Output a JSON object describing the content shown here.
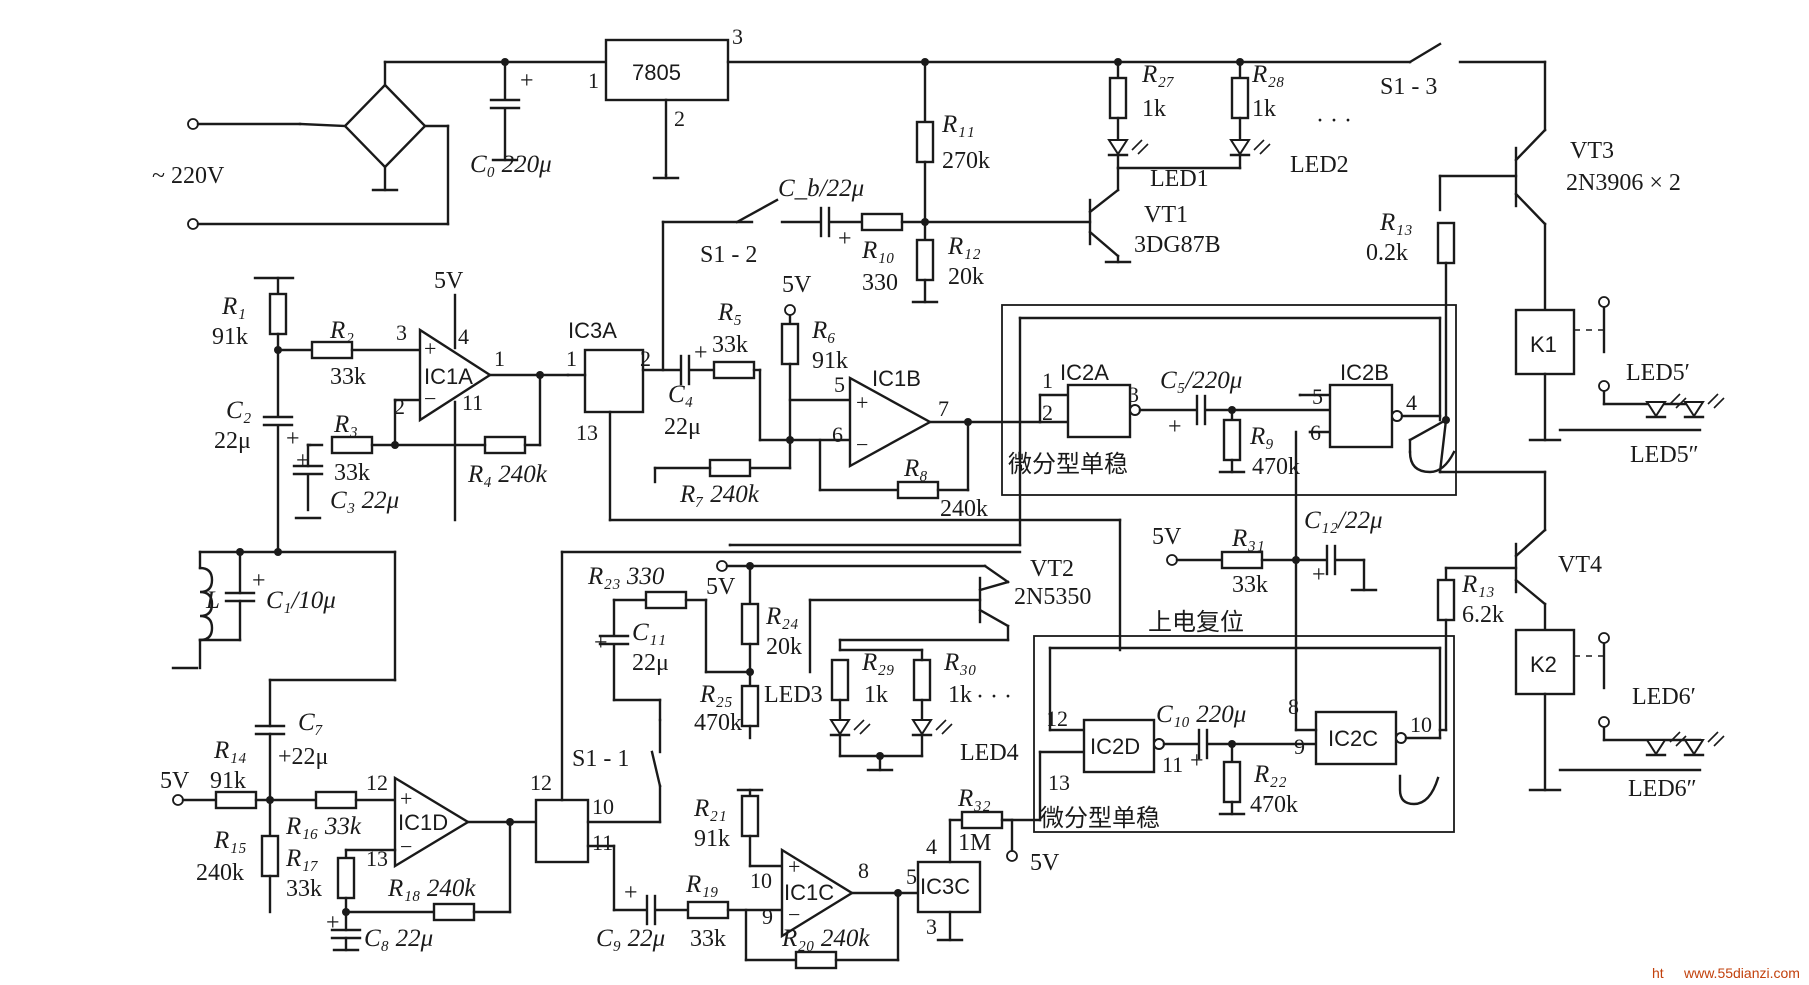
{
  "mains": {
    "voltage": "~ 220V"
  },
  "regulator": {
    "part": "7805",
    "pin1": "1",
    "pin2": "2",
    "pin3": "3"
  },
  "capacitors": {
    "c0": "C₀ 220μ",
    "cb": "C_b/22μ",
    "c1": "C₁/10μ",
    "c2a": "C₂",
    "c2b": "22μ",
    "c3": "C₃ 22μ",
    "c4a": "C₄",
    "c4b": "22μ",
    "c5": "C₅/220μ",
    "c7a": "C₇",
    "c7b": "+22μ",
    "c8": "C₈ 22μ",
    "c9": "C₉ 22μ",
    "c10": "C₁₀ 220μ",
    "c11a": "C₁₁",
    "c11b": "22μ",
    "c12": "C₁₂/22μ"
  },
  "resistors": {
    "r1a": "R₁",
    "r1b": "91k",
    "r2a": "R₂",
    "r2b": "33k",
    "r3a": "R₃",
    "r3b": "33k",
    "r4": "R₄ 240k",
    "r5a": "R₅",
    "r5b": "33k",
    "r6a": "R₆",
    "r6b": "91k",
    "r7": "R₇ 240k",
    "r8a": "R₈",
    "r8b": "240k",
    "r9a": "R₉",
    "r9b": "470k",
    "r10a": "R₁₀",
    "r10b": "330",
    "r11a": "R₁₁",
    "r11b": "270k",
    "r12a": "R₁₂",
    "r12b": "20k",
    "r13a": "R₁₃",
    "r13b": "0.2k",
    "r13c": "R₁₃",
    "r13d": "6.2k",
    "r14a": "R₁₄",
    "r14b": "91k",
    "r15a": "R₁₅",
    "r15b": "240k",
    "r16": "R₁₆ 33k",
    "r17a": "R₁₇",
    "r17b": "33k",
    "r18": "R₁₈ 240k",
    "r19a": "R₁₉",
    "r19b": "33k",
    "r20": "R₂₀ 240k",
    "r21a": "R₂₁",
    "r21b": "91k",
    "r22a": "R₂₂",
    "r22b": "470k",
    "r23": "R₂₃ 330",
    "r24a": "R₂₄",
    "r24b": "20k",
    "r25a": "R₂₅",
    "r25b": "470k",
    "r27a": "R₂₇",
    "r27b": "1k",
    "r28a": "R₂₈",
    "r28b": "1k",
    "r29a": "R₂₉",
    "r29b": "1k",
    "r30a": "R₃₀",
    "r30b": "1k",
    "r31a": "R₃₁",
    "r31b": "33k",
    "r32a": "R₃₂",
    "r32b": "1M"
  },
  "inductor": {
    "name": "L"
  },
  "opamps": {
    "ic1a": "IC1A",
    "ic1b": "IC1B",
    "ic1c": "IC1C",
    "ic1d": "IC1D"
  },
  "chips": {
    "ic3a": "IC3A",
    "ic3c": "IC3C",
    "ic2a": "IC2A",
    "ic2b": "IC2B",
    "ic2c": "IC2C",
    "ic2d": "IC2D"
  },
  "transistors": {
    "vt1a": "VT1",
    "vt1b": "3DG87B",
    "vt2a": "VT2",
    "vt2b": "2N5350",
    "vt3a": "VT3",
    "vt3b": "2N3906 × 2",
    "vt4": "VT4"
  },
  "switches": {
    "s11": "S1 - 1",
    "s12": "S1 - 2",
    "s13": "S1 - 3"
  },
  "relays": {
    "k1": "K1",
    "k2": "K2"
  },
  "leds": {
    "led1": "LED1",
    "led2": "LED2",
    "led3": "LED3",
    "led4": "LED4",
    "led5a": "LED5′",
    "led5b": "LED5″",
    "led6a": "LED6′",
    "led6b": "LED6″"
  },
  "supply": {
    "v5": "5V"
  },
  "ellipsis": "· · ·",
  "ellipsis2": "·  ·  ·",
  "blocks": {
    "mono": "微分型单稳",
    "reset": "上电复位"
  },
  "pins": {
    "ic1a_3": "3",
    "ic1a_2": "2",
    "ic1a_4": "4",
    "ic1a_11": "11",
    "ic1a_1": "1",
    "ic3a_1": "1",
    "ic3a_2": "2",
    "ic3a_13": "13",
    "ic1b_5": "5",
    "ic1b_6": "6",
    "ic1b_7": "7",
    "ic2a_1": "1",
    "ic2a_2": "2",
    "ic2a_3": "3",
    "ic2b_5": "5",
    "ic2b_6": "6",
    "ic2b_4": "4",
    "ic2d_12": "12",
    "ic2d_13": "13",
    "ic2d_11": "11",
    "ic2c_8": "8",
    "ic2c_9": "9",
    "ic2c_10": "10",
    "ic1d_12": "12",
    "ic1d_13": "13",
    "ic3b_12": "12",
    "ic3b_10": "10",
    "ic3b_11": "11",
    "ic1c_10": "10",
    "ic1c_9": "9",
    "ic1c_8": "8",
    "ic3c_4": "4",
    "ic3c_5": "5",
    "ic3c_3": "3"
  },
  "watermark": {
    "site": "www.55dianzi.com",
    "prefix": "ht"
  }
}
